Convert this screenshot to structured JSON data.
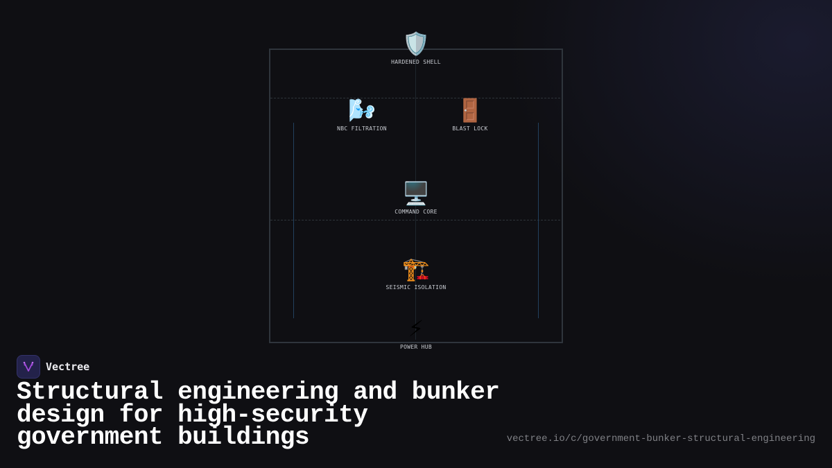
{
  "diagram": {
    "nodes": [
      {
        "id": "hardened-shell",
        "label": "HARDENED SHELL",
        "icon": "shield-icon",
        "glyph": "🛡️"
      },
      {
        "id": "nbc-filtration",
        "label": "NBC FILTRATION",
        "icon": "wind-face-icon",
        "glyph": "🌬️"
      },
      {
        "id": "blast-lock",
        "label": "BLAST LOCK",
        "icon": "door-icon",
        "glyph": "🚪"
      },
      {
        "id": "command-core",
        "label": "COMMAND CORE",
        "icon": "desktop-computer-icon",
        "glyph": "🖥️"
      },
      {
        "id": "seismic-isolation",
        "label": "SEISMIC ISOLATION",
        "icon": "construction-crane-icon",
        "glyph": "🏗️"
      },
      {
        "id": "power-hub",
        "label": "POWER HUB",
        "icon": "lightning-icon",
        "glyph": "⚡"
      }
    ]
  },
  "brand": {
    "name": "Vectree",
    "logo_icon": "vectree-logo-icon",
    "accent": "#a24bdc"
  },
  "title": "Structural engineering and bunker design for high-security government buildings",
  "url": "vectree.io/c/government-bunker-structural-engineering"
}
